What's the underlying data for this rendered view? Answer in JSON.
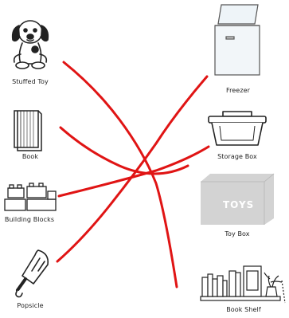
{
  "left_items": [
    {
      "label": "Stuffed Toy",
      "icon": "stuffed-dog-icon"
    },
    {
      "label": "Book",
      "icon": "book-icon"
    },
    {
      "label": "Building Blocks",
      "icon": "building-blocks-icon"
    },
    {
      "label": "Popsicle",
      "icon": "popsicle-icon"
    }
  ],
  "right_items": [
    {
      "label": "Freezer",
      "icon": "freezer-icon"
    },
    {
      "label": "Storage Box",
      "icon": "storage-box-icon"
    },
    {
      "label": "Toy Box",
      "icon": "toy-box-icon",
      "box_text": "TOYS"
    },
    {
      "label": "Book Shelf",
      "icon": "book-shelf-icon"
    }
  ],
  "matches_drawn": [
    {
      "from": "Stuffed Toy",
      "to": "Book Shelf"
    },
    {
      "from": "Book",
      "to": "Storage Box"
    },
    {
      "from": "Building Blocks",
      "to": "Storage Box"
    },
    {
      "from": "Popsicle",
      "to": "Freezer"
    }
  ],
  "colors": {
    "line": "#e01414",
    "toybox": "#d3d3d3"
  }
}
